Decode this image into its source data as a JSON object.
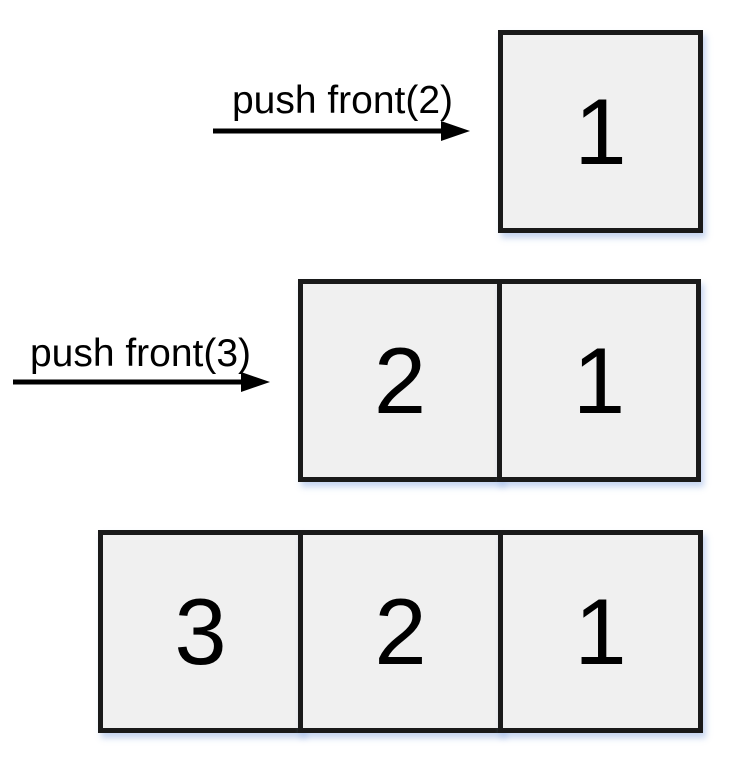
{
  "colors": {
    "background": "#ffffff",
    "box_fill": "#f0f0f0",
    "box_border": "#1a1a1a",
    "text": "#000000",
    "arrow": "#000000",
    "box_shadow": "#c7d7ef"
  },
  "rows": [
    {
      "label": "push front(2)",
      "cells": [
        "1"
      ]
    },
    {
      "label": "push front(3)",
      "cells": [
        "2",
        "1"
      ]
    },
    {
      "label": "",
      "cells": [
        "3",
        "2",
        "1"
      ]
    }
  ]
}
